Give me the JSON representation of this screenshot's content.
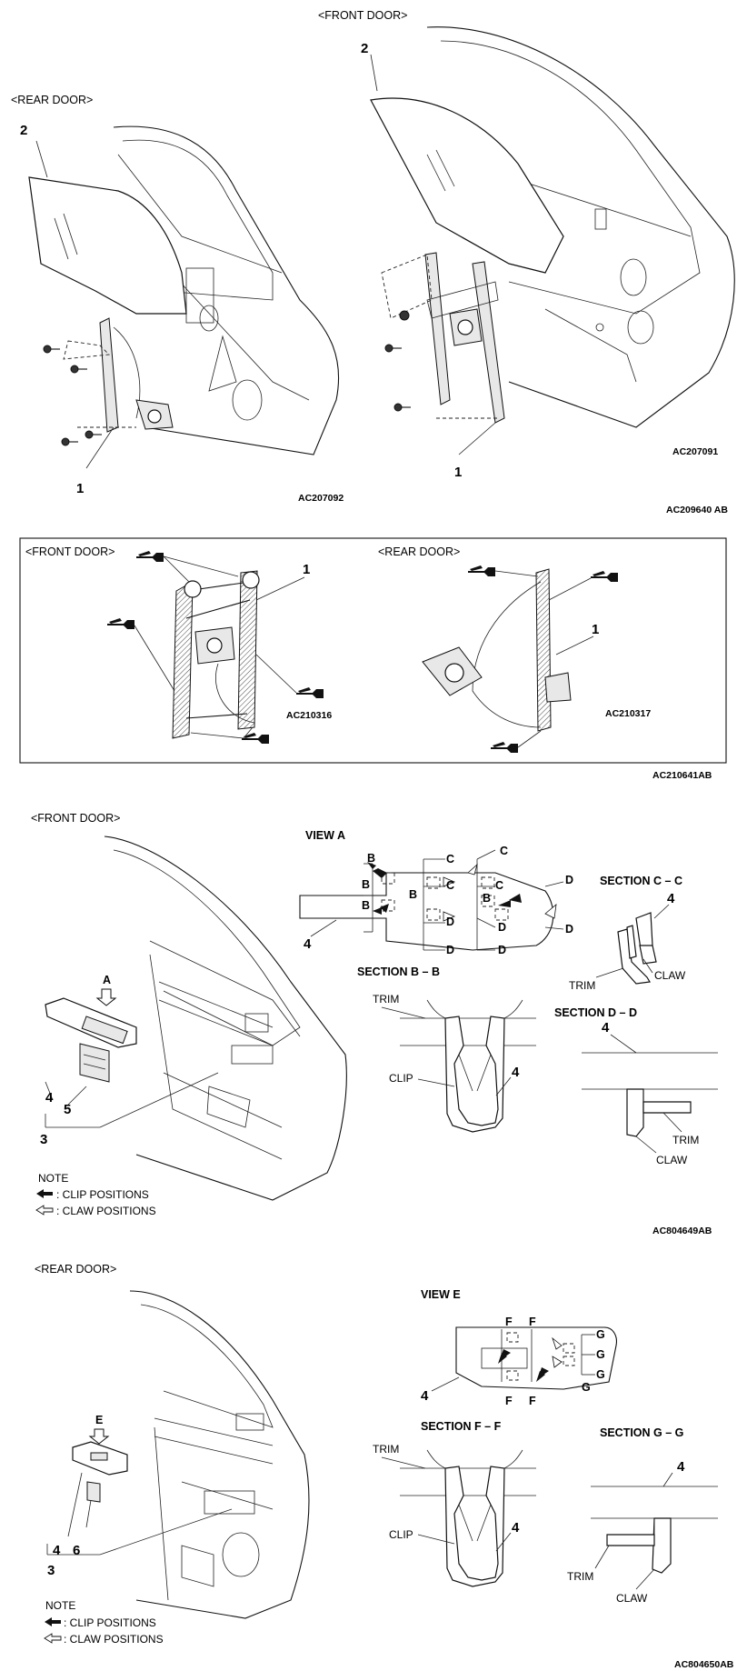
{
  "panel1": {
    "front_door_title": "<FRONT DOOR>",
    "rear_door_title": "<REAR DOOR>",
    "rear_glass_num": "2",
    "rear_regulator_num": "1",
    "front_glass_num": "2",
    "front_regulator_num": "1",
    "rear_code": "AC207092",
    "front_code": "AC207091",
    "panel_code": "AC209640 AB"
  },
  "panel2": {
    "front_door_title": "<FRONT DOOR>",
    "rear_door_title": "<REAR DOOR>",
    "front_num": "1",
    "rear_num": "1",
    "front_code": "AC210316",
    "rear_code": "AC210317",
    "panel_code": "AC210641AB"
  },
  "panel3": {
    "title": "<FRONT DOOR>",
    "view_title": "VIEW A",
    "view_letter": "A",
    "num_3": "3",
    "num_4": "4",
    "num_5": "5",
    "view_num_4": "4",
    "letter_b": "B",
    "letter_c": "C",
    "letter_d": "D",
    "section_bb": "SECTION B – B",
    "section_cc": "SECTION C – C",
    "section_dd": "SECTION D – D",
    "trim": "TRIM",
    "clip": "CLIP",
    "claw": "CLAW",
    "sec_num_4": "4",
    "note_title": "NOTE",
    "note_clip": ": CLIP POSITIONS",
    "note_claw": ": CLAW POSITIONS",
    "panel_code": "AC804649AB"
  },
  "panel4": {
    "title": "<REAR DOOR>",
    "view_title": "VIEW E",
    "view_letter": "E",
    "num_3": "3",
    "num_4": "4",
    "num_6": "6",
    "view_num_4": "4",
    "letter_f": "F",
    "letter_g": "G",
    "section_ff": "SECTION F – F",
    "section_gg": "SECTION G – G",
    "trim": "TRIM",
    "clip": "CLIP",
    "claw": "CLAW",
    "sec_num_4": "4",
    "note_title": "NOTE",
    "note_clip": ": CLIP POSITIONS",
    "note_claw": ": CLAW POSITIONS",
    "panel_code": "AC804650AB"
  }
}
